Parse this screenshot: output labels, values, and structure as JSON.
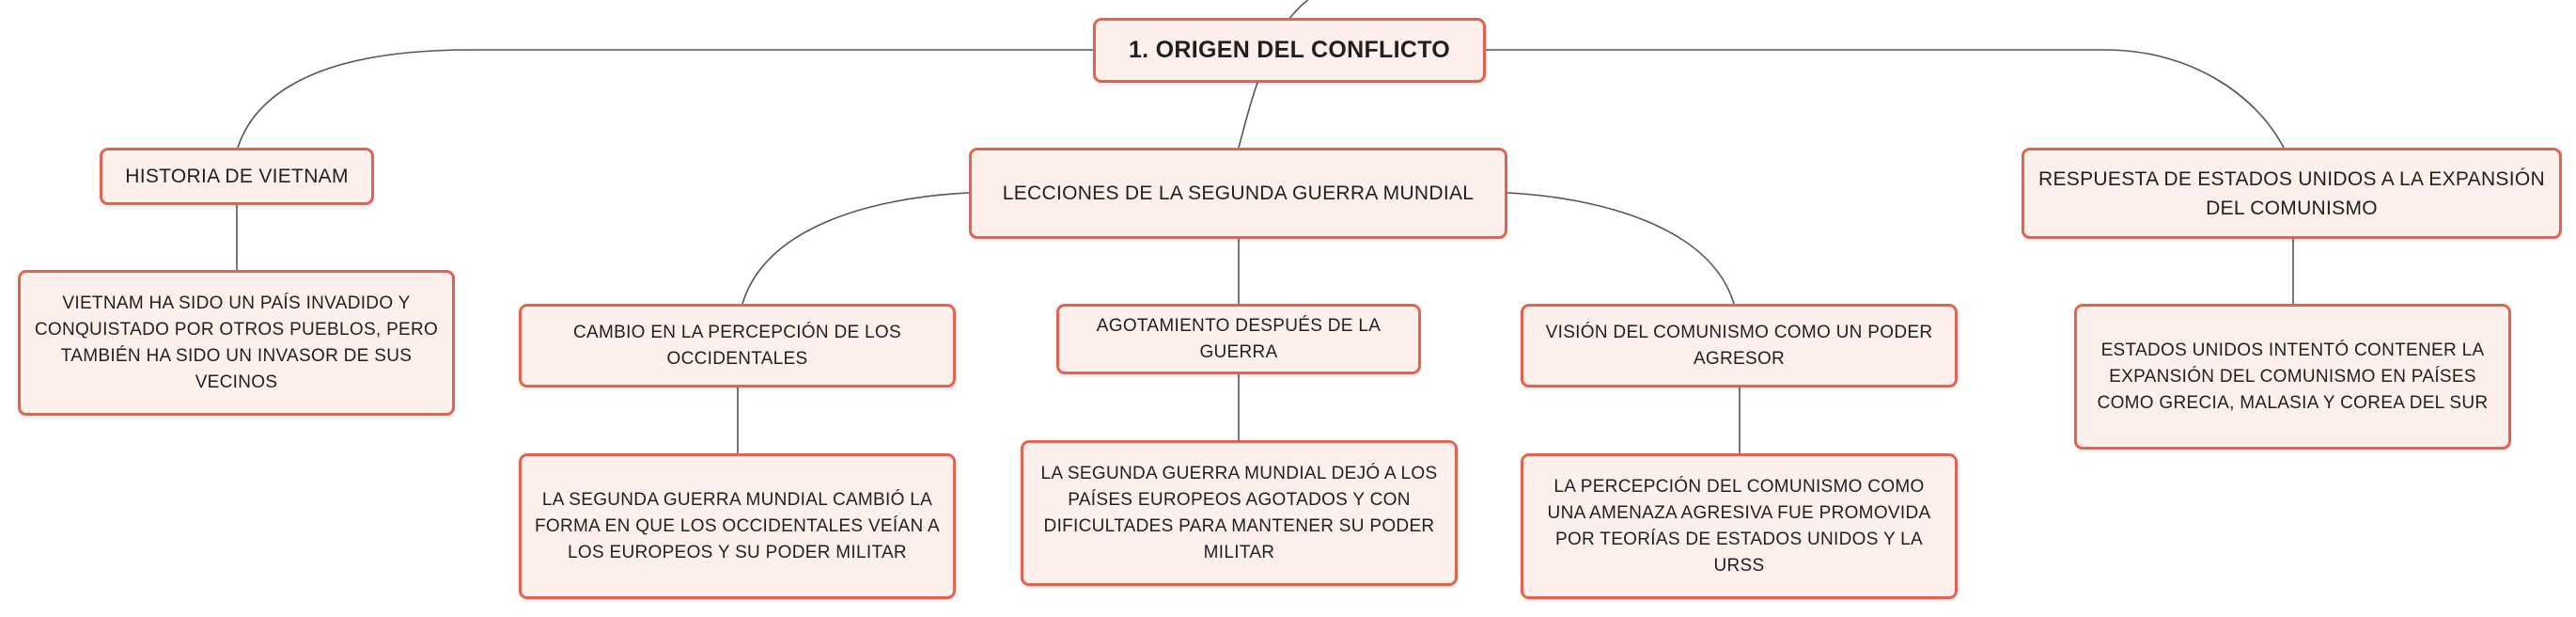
{
  "mindmap": {
    "root": "1. ORIGEN DEL CONFLICTO",
    "branches": {
      "historia": {
        "title": "HISTORIA DE VIETNAM",
        "detail": "VIETNAM HA SIDO UN PAÍS INVADIDO Y CONQUISTADO POR OTROS PUEBLOS, PERO TAMBIÉN HA SIDO UN INVASOR DE SUS VECINOS"
      },
      "lecciones": {
        "title": "LECCIONES DE LA SEGUNDA GUERRA MUNDIAL",
        "subtopics": {
          "percepcion": {
            "title": "CAMBIO EN LA PERCEPCIÓN DE LOS OCCIDENTALES",
            "detail": "LA SEGUNDA GUERRA MUNDIAL CAMBIÓ LA FORMA EN QUE LOS OCCIDENTALES VEÍAN A LOS EUROPEOS Y SU PODER MILITAR"
          },
          "agotamiento": {
            "title": "AGOTAMIENTO DESPUÉS DE LA GUERRA",
            "detail": "LA SEGUNDA GUERRA MUNDIAL DEJÓ A LOS PAÍSES EUROPEOS AGOTADOS Y CON DIFICULTADES PARA MANTENER SU PODER MILITAR"
          },
          "vision": {
            "title": "VISIÓN DEL COMUNISMO COMO UN PODER AGRESOR",
            "detail": "LA PERCEPCIÓN DEL COMUNISMO COMO UNA AMENAZA AGRESIVA FUE PROMOVIDA POR TEORÍAS DE ESTADOS UNIDOS Y LA URSS"
          }
        }
      },
      "respuesta": {
        "title": "RESPUESTA DE ESTADOS UNIDOS A LA EXPANSIÓN DEL COMUNISMO",
        "detail": "ESTADOS UNIDOS INTENTÓ CONTENER LA EXPANSIÓN DEL COMUNISMO EN PAÍSES COMO GRECIA, MALASIA Y COREA DEL SUR"
      }
    }
  },
  "colors": {
    "node_fill": "#fdf0ec",
    "node_border": "#e2634e",
    "connector": "#555555",
    "text": "#1f1f1f"
  }
}
